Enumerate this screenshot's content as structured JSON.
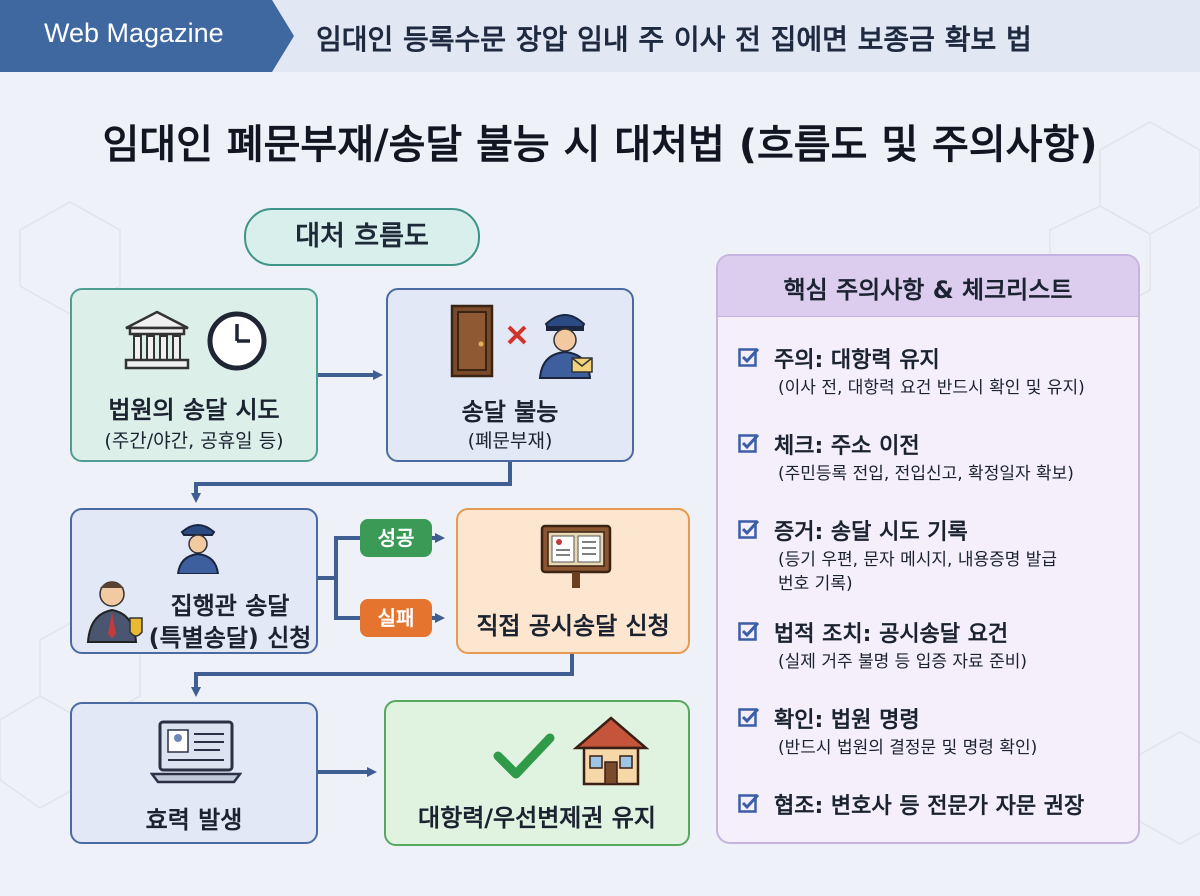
{
  "header": {
    "tag": "Web Magazine",
    "headline": "임대인 등록수문 장압 임내 주 이사 전 집에면 보종금 확보 법"
  },
  "title": "임대인 폐문부재/송달 불능 시 대처법 (흐름도 및 주의사항)",
  "flow": {
    "pill": "대처 흐름도",
    "court_attempt": {
      "title": "법원의 송달 시도",
      "sub": "(주간/야간, 공휴일 등)"
    },
    "delivery_fail": {
      "title": "송달 불능",
      "sub": "(폐문부재)"
    },
    "bailiff": {
      "title": "집행관 송달",
      "sub": "(특별송달) 신청"
    },
    "public_notice": {
      "title": "직접 공시송달 신청"
    },
    "effect": {
      "title": "효력 발생"
    },
    "maintain": {
      "title": "대항력/우선변제권 유지"
    },
    "badge_success": "성공",
    "badge_fail": "실패"
  },
  "checklist": {
    "title": "핵심 주의사항 & 체크리스트",
    "items": [
      {
        "title": "주의: 대항력 유지",
        "detail": "(이사 전, 대항력 요건 반드시 확인 및 유지)"
      },
      {
        "title": "체크: 주소 이전",
        "detail": "(주민등록 전입, 전입신고, 확정일자 확보)"
      },
      {
        "title": "증거: 송달 시도 기록",
        "detail": "(등기 우편, 문자 메시지, 내용증명 발급번호 기록)"
      },
      {
        "title": "법적 조치: 공시송달 요건",
        "detail": "(실제 거주 불명 등 입증 자료 준비)"
      },
      {
        "title": "확인: 법원 명령",
        "detail": "(반드시 법원의 결정문 및 명령 확인)"
      },
      {
        "title": "협조: 변호사 등 전문가 자문 권장",
        "detail": ""
      }
    ]
  },
  "colors": {
    "header_tag": "#3f68a0",
    "arrow": "#3f5f92",
    "success": "#3a9a56",
    "fail": "#e5742e",
    "check": "#3b5ea8"
  }
}
